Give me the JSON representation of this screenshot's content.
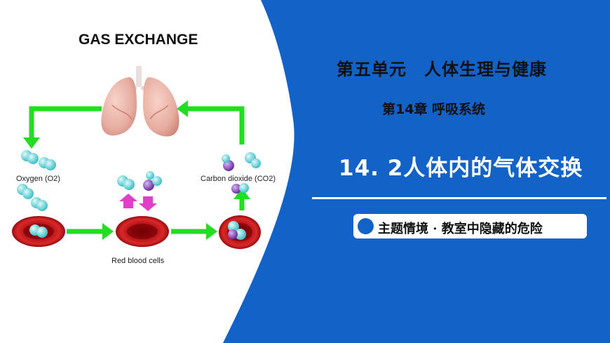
{
  "header": {
    "unit": "第五单元　人体生理与健康",
    "chapter": "第14章 呼吸系统",
    "lesson": "14. 2人体内的气体交换"
  },
  "theme": {
    "label": "主题情境 · 教室中隐藏的危险"
  },
  "diagram": {
    "title": "GAS EXCHANGE",
    "oxygen_label": "Oxygen (O2)",
    "co2_label": "Carbon dioxide (CO2)",
    "rbc_label": "Red blood cells"
  },
  "colors": {
    "panel_blue": "#1262c8",
    "arrow_green": "#22dd22",
    "rbc_red": "#c81418",
    "oxygen_cyan": "#5fd3d8",
    "co2_purple": "#7b3fb0",
    "exchange_magenta": "#e040c8"
  }
}
